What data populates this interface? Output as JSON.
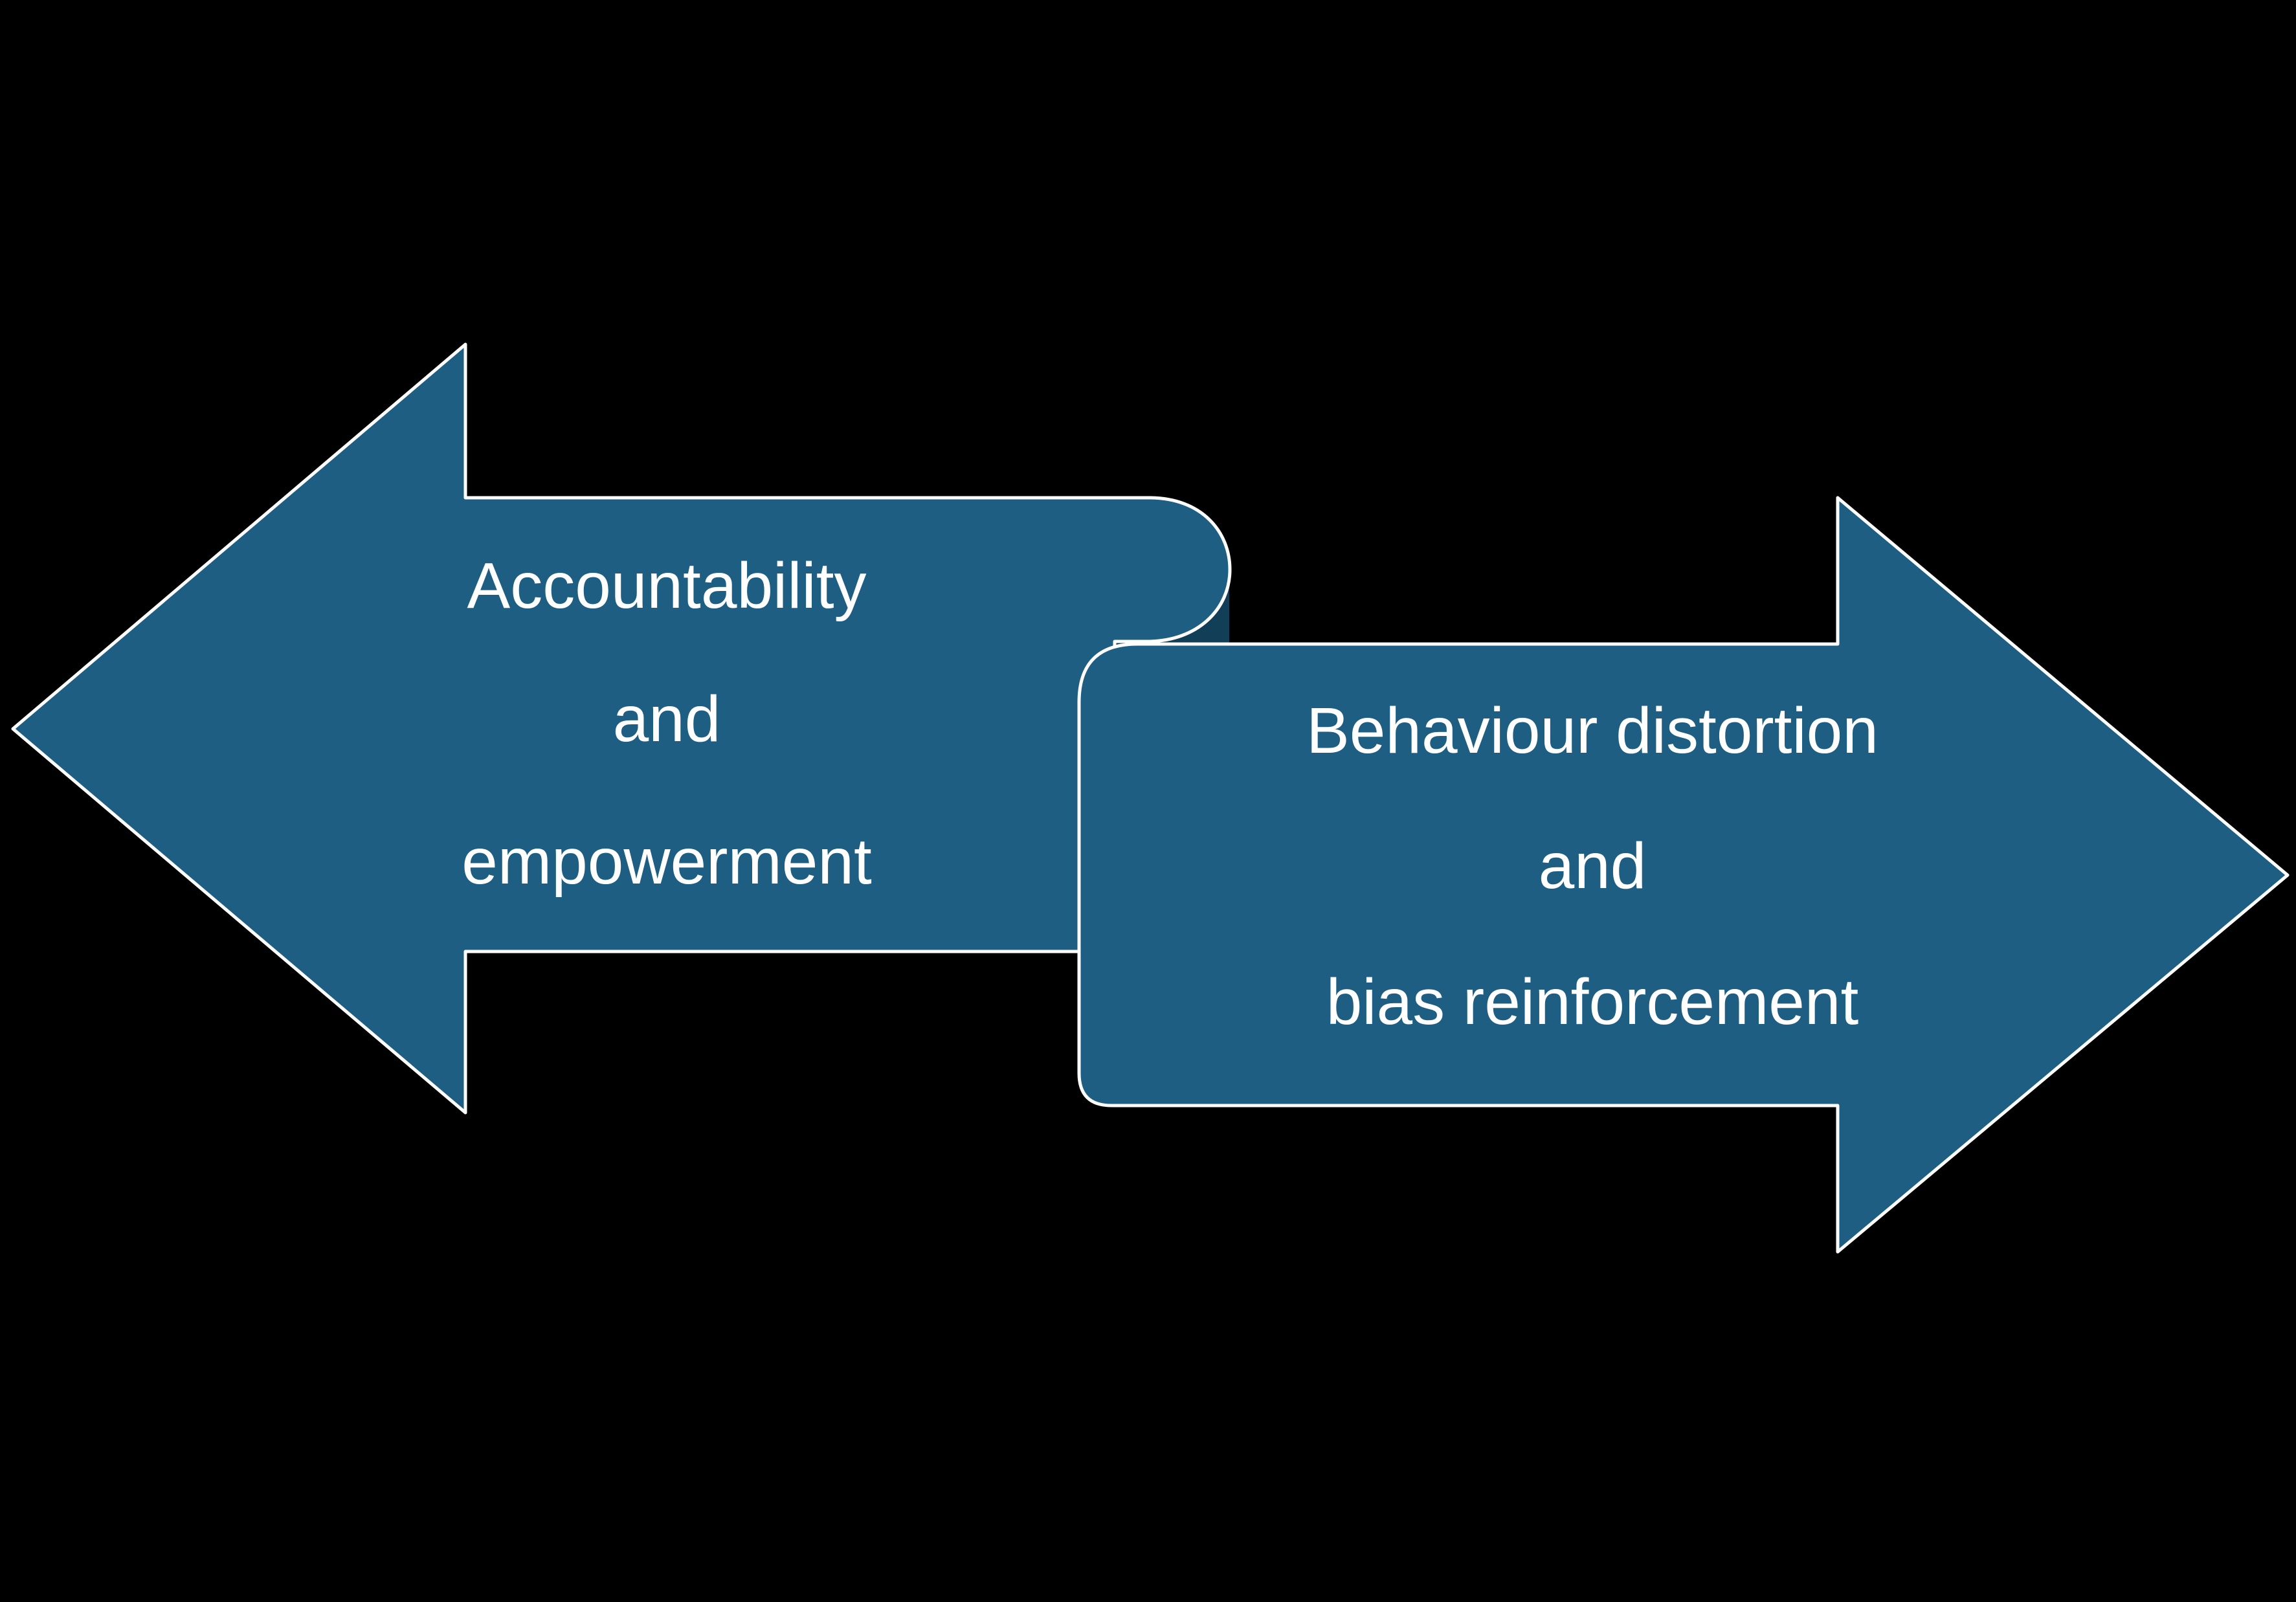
{
  "diagram": {
    "title": "Opposing effects double arrow diagram",
    "background_color": "#000000",
    "arrow_fill_color": "#1d5e82",
    "fold_shadow_color": "#123f58",
    "outline_color": "#ffffff",
    "text_color": "#ffffff",
    "left_arrow": {
      "direction": "left",
      "lines": [
        "Accountability",
        "and",
        "empowerment"
      ]
    },
    "right_arrow": {
      "direction": "right",
      "lines": [
        "Behaviour distortion",
        "and",
        "bias reinforcement"
      ]
    }
  }
}
